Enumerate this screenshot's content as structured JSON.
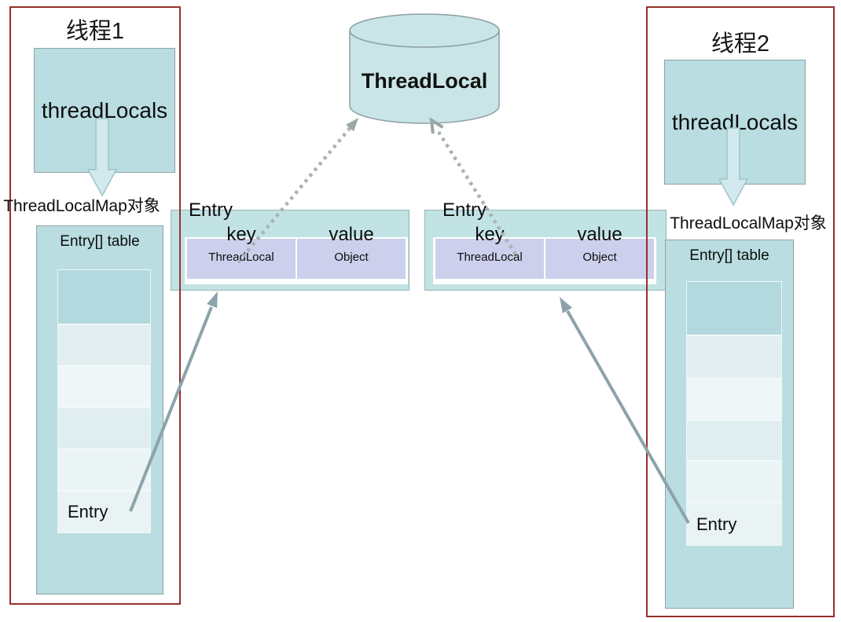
{
  "cylinder": {
    "label": "ThreadLocal"
  },
  "thread1": {
    "title": "线程1",
    "threadlocals_label": "threadLocals",
    "map_label": "ThreadLocalMap对象",
    "table_header": "Entry[] table",
    "entry_cell_label": "Entry"
  },
  "thread2": {
    "title": "线程2",
    "threadlocals_label": "threadLocals",
    "map_label": "ThreadLocalMap对象",
    "table_header": "Entry[] table",
    "entry_cell_label": "Entry"
  },
  "entry_boxes": {
    "left": {
      "title": "Entry",
      "key_header": "key",
      "value_header": "value",
      "key_type": "ThreadLocal",
      "value_type": "Object"
    },
    "right": {
      "title": "Entry",
      "key_header": "key",
      "value_header": "value",
      "key_type": "ThreadLocal",
      "value_type": "Object"
    }
  },
  "colors": {
    "panel_border": "#97302c",
    "box_fill": "#b9dde1",
    "cylinder_fill": "#c9e5e7",
    "entry_box_fill": "#c2e3e4",
    "kv_cell_fill": "#cdd0ec",
    "solid_arrow": "#8ca4a9",
    "dotted_arrow": "#a9b3b5",
    "block_arrow_fill": "#d2eaed"
  }
}
